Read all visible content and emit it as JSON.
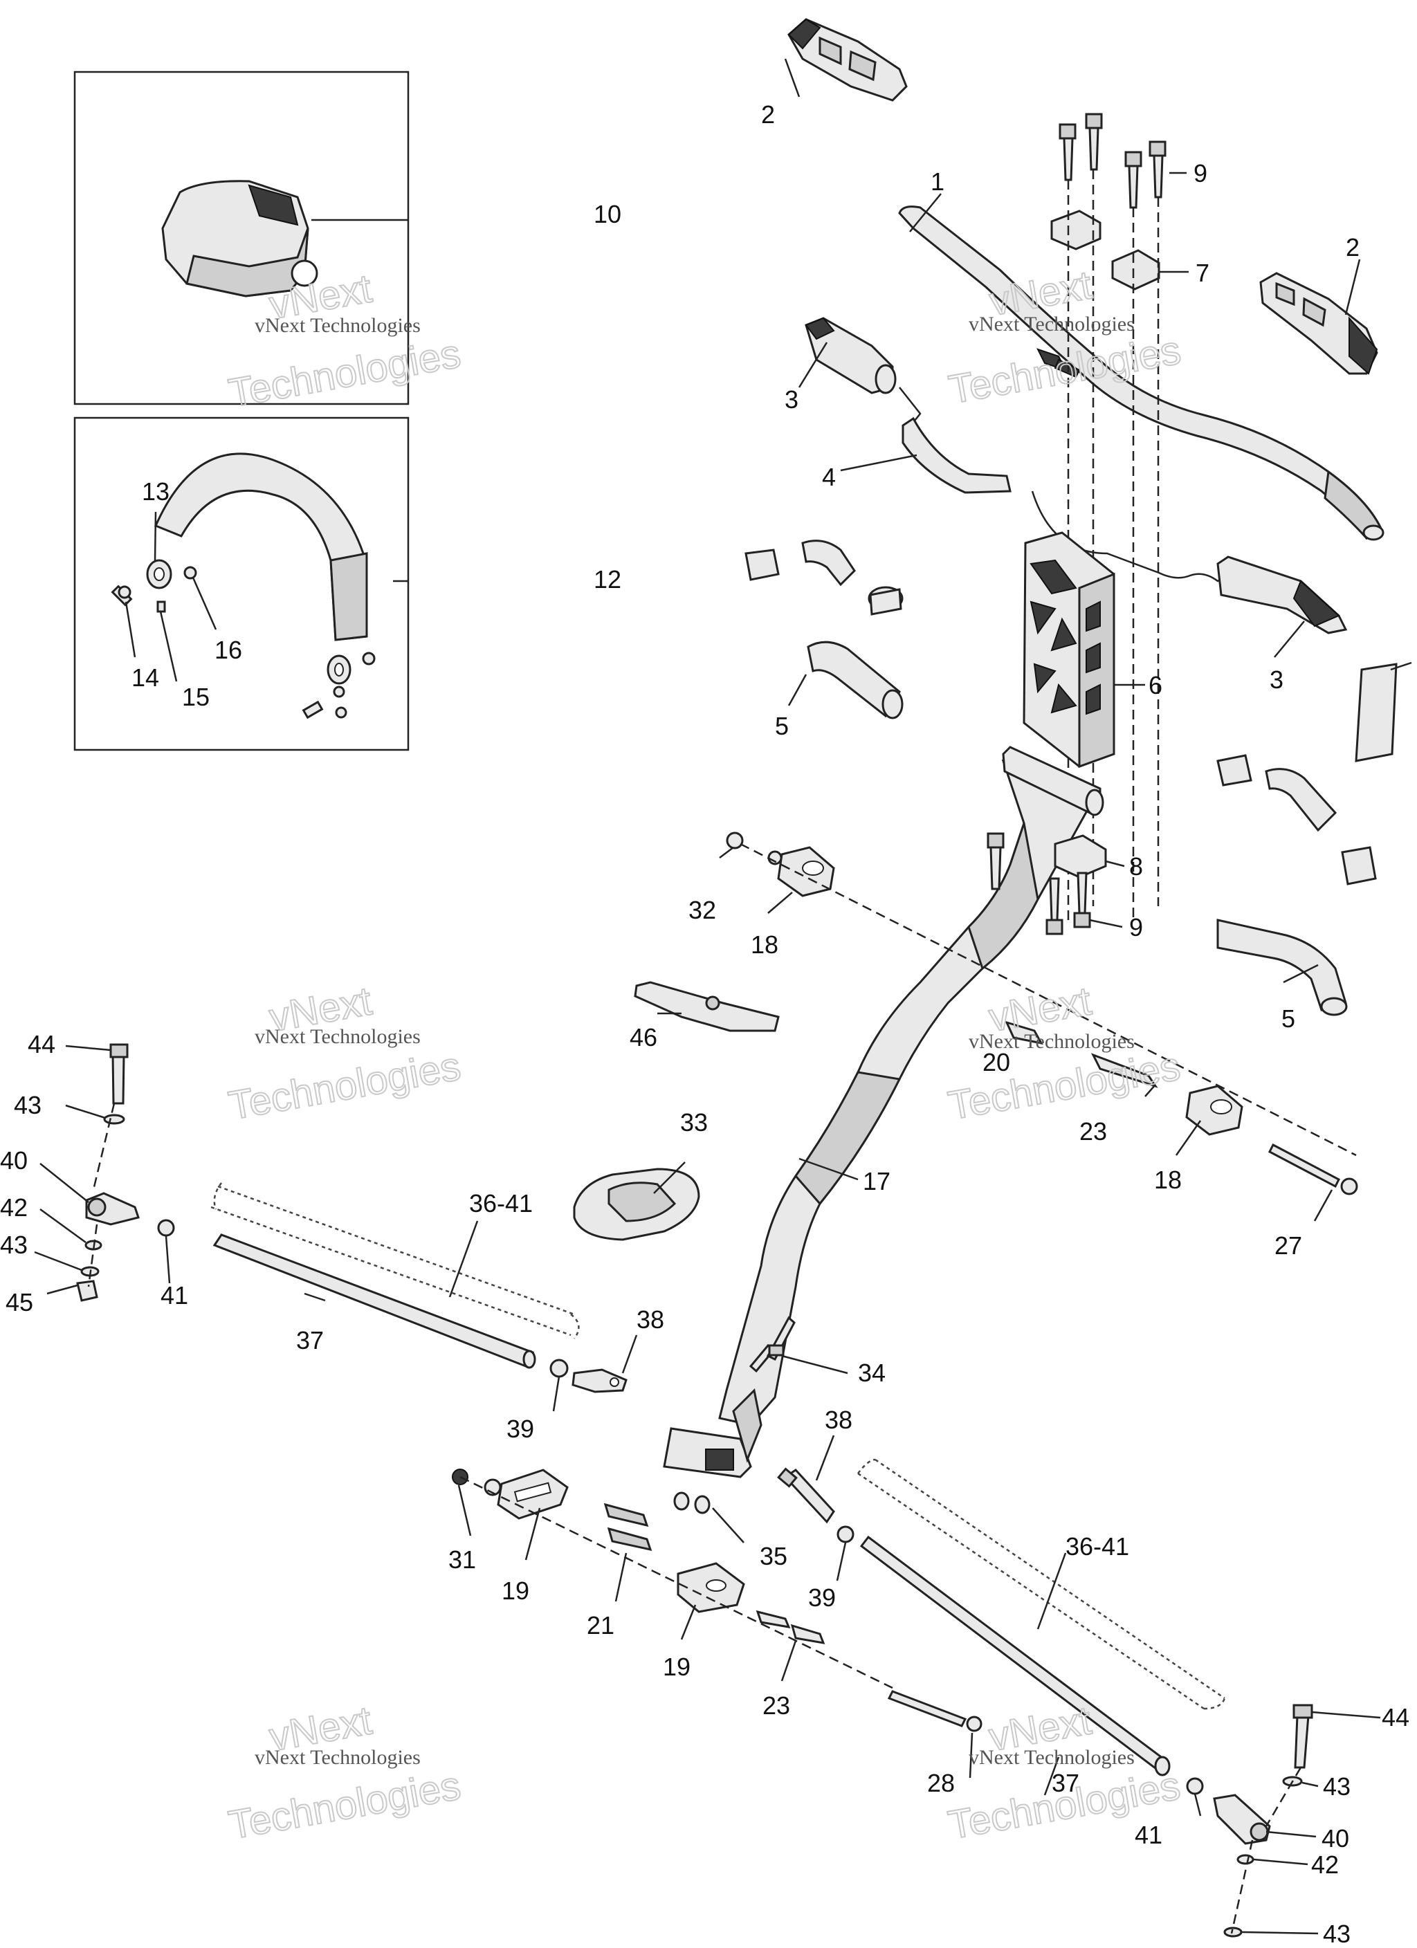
{
  "watermark": {
    "line1": "vNext Technologies",
    "line2": "vNext",
    "line3": "Technologies"
  },
  "callouts": [
    {
      "id": "c1",
      "text": "1"
    },
    {
      "id": "c2a",
      "text": "2"
    },
    {
      "id": "c2b",
      "text": "2"
    },
    {
      "id": "c3a",
      "text": "3"
    },
    {
      "id": "c3b",
      "text": "3"
    },
    {
      "id": "c4",
      "text": "4"
    },
    {
      "id": "c5a",
      "text": "5"
    },
    {
      "id": "c5b",
      "text": "5"
    },
    {
      "id": "c6",
      "text": "6"
    },
    {
      "id": "c7",
      "text": "7"
    },
    {
      "id": "c8",
      "text": "8"
    },
    {
      "id": "c9a",
      "text": "9"
    },
    {
      "id": "c9b",
      "text": "9"
    },
    {
      "id": "c10",
      "text": "10"
    },
    {
      "id": "c12",
      "text": "12"
    },
    {
      "id": "c13",
      "text": "13"
    },
    {
      "id": "c14",
      "text": "14"
    },
    {
      "id": "c15",
      "text": "15"
    },
    {
      "id": "c16",
      "text": "16"
    },
    {
      "id": "c17",
      "text": "17"
    },
    {
      "id": "c18a",
      "text": "18"
    },
    {
      "id": "c18b",
      "text": "18"
    },
    {
      "id": "c19a",
      "text": "19"
    },
    {
      "id": "c19b",
      "text": "19"
    },
    {
      "id": "c20",
      "text": "20"
    },
    {
      "id": "c21",
      "text": "21"
    },
    {
      "id": "c23a",
      "text": "23"
    },
    {
      "id": "c23b",
      "text": "23"
    },
    {
      "id": "c27",
      "text": "27"
    },
    {
      "id": "c28",
      "text": "28"
    },
    {
      "id": "c31",
      "text": "31"
    },
    {
      "id": "c32",
      "text": "32"
    },
    {
      "id": "c33",
      "text": "33"
    },
    {
      "id": "c34",
      "text": "34"
    },
    {
      "id": "c35",
      "text": "35"
    },
    {
      "id": "c3641a",
      "text": "36-41"
    },
    {
      "id": "c3641b",
      "text": "36-41"
    },
    {
      "id": "c37a",
      "text": "37"
    },
    {
      "id": "c37b",
      "text": "37"
    },
    {
      "id": "c38a",
      "text": "38"
    },
    {
      "id": "c38b",
      "text": "38"
    },
    {
      "id": "c39a",
      "text": "39"
    },
    {
      "id": "c39b",
      "text": "39"
    },
    {
      "id": "c40a",
      "text": "40"
    },
    {
      "id": "c40b",
      "text": "40"
    },
    {
      "id": "c41a",
      "text": "41"
    },
    {
      "id": "c41b",
      "text": "41"
    },
    {
      "id": "c42a",
      "text": "42"
    },
    {
      "id": "c42b",
      "text": "42"
    },
    {
      "id": "c43a",
      "text": "43"
    },
    {
      "id": "c43b",
      "text": "43"
    },
    {
      "id": "c43c",
      "text": "43"
    },
    {
      "id": "c43d",
      "text": "43"
    },
    {
      "id": "c44a",
      "text": "44"
    },
    {
      "id": "c44b",
      "text": "44"
    },
    {
      "id": "c45",
      "text": "45"
    },
    {
      "id": "c46",
      "text": "46"
    }
  ]
}
